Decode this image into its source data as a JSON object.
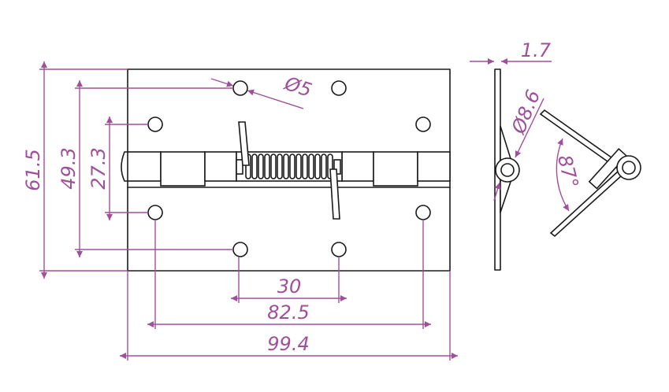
{
  "colors": {
    "dimension": "#a0509a",
    "outline": "#1a1a1a"
  },
  "dimensions": {
    "overall_width": "99.4",
    "outer_hole_spacing": "82.5",
    "inner_hole_spacing": "30",
    "overall_height": "61.5",
    "outer_hole_height": "49.3",
    "inner_hole_height": "27.3",
    "hole_diameter": "Ø5",
    "leaf_thickness": "1.7",
    "knuckle_diameter": "Ø8.6",
    "opening_angle": "87°"
  }
}
